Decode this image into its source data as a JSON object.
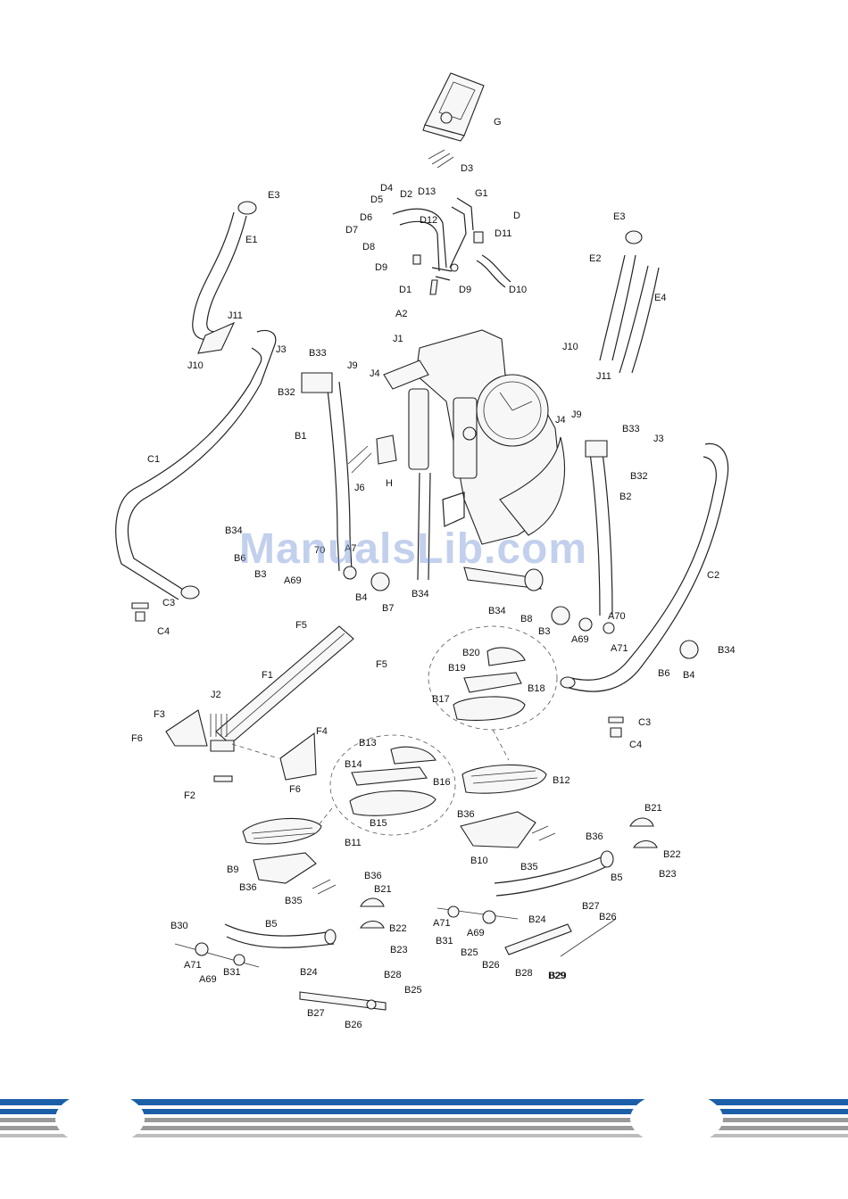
{
  "watermark": "ManualsLib.com",
  "colors": {
    "brand_blue": "#1b5fa8",
    "stripe_gray": "#9a9a9a",
    "watermark": "#7896d7"
  },
  "callouts": [
    "G",
    "D3",
    "G1",
    "D",
    "D4",
    "D5",
    "D2",
    "D13",
    "D6",
    "D12",
    "D7",
    "D11",
    "D8",
    "D9",
    "D10",
    "D1",
    "D9",
    "E3",
    "E1",
    "J11",
    "J10",
    "E3",
    "E2",
    "E4",
    "A2",
    "J1",
    "J3",
    "B33",
    "J9",
    "J4",
    "B32",
    "J10",
    "J11",
    "J4",
    "J9",
    "B33",
    "J3",
    "B32",
    "B1",
    "C1",
    "J6",
    "H",
    "B2",
    "B34",
    "B6",
    "B3",
    "A69",
    "A7",
    "70",
    "B4",
    "B7",
    "B34",
    "C2",
    "C3",
    "C4",
    "B34",
    "B8",
    "B3",
    "A69",
    "A70",
    "A71",
    "B6",
    "B34",
    "B4",
    "F5",
    "F5",
    "F1",
    "J2",
    "F3",
    "F6",
    "F4",
    "F6",
    "F2",
    "B20",
    "B19",
    "B18",
    "B17",
    "C3",
    "C4",
    "B13",
    "B14",
    "B16",
    "B15",
    "B12",
    "B11",
    "B36",
    "B36",
    "B10",
    "B35",
    "B21",
    "B22",
    "B23",
    "B9",
    "B36",
    "B35",
    "B36",
    "B21",
    "B5",
    "B22",
    "B23",
    "A71",
    "B31",
    "A69",
    "B24",
    "B27",
    "B26",
    "B25",
    "B26",
    "B28",
    "B29",
    "B30",
    "B5",
    "A71",
    "B31",
    "A69",
    "B24",
    "B29",
    "B28",
    "B25",
    "B27",
    "B26"
  ]
}
